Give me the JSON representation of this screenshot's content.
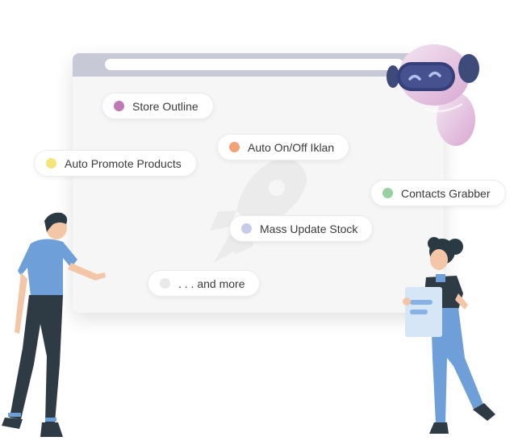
{
  "features": [
    {
      "key": "store",
      "label": "Store Outline",
      "color": "#c178b6"
    },
    {
      "key": "auto",
      "label": "Auto On/Off Iklan",
      "color": "#f2a277"
    },
    {
      "key": "promote",
      "label": "Auto Promote Products",
      "color": "#f4e57a"
    },
    {
      "key": "contact",
      "label": "Contacts Grabber",
      "color": "#97d1a2"
    },
    {
      "key": "mass",
      "label": "Mass Update Stock",
      "color": "#c7cde9"
    },
    {
      "key": "more",
      "label": ". . . and more",
      "color": "#e9e9e9"
    }
  ],
  "icons": {
    "robot": "robot-mascot-icon",
    "rocket": "rocket-icon",
    "man": "man-pointing-illustration",
    "woman": "woman-holding-document-illustration"
  }
}
